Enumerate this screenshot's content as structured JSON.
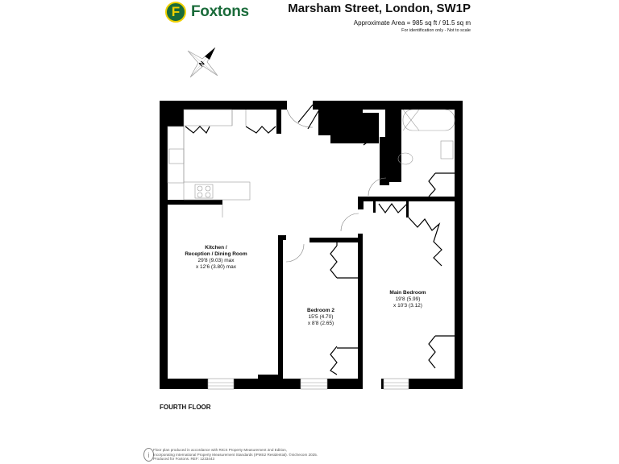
{
  "brand": {
    "logo_letter": "F",
    "name": "Foxtons",
    "color_green": "#1a6b3a",
    "color_yellow": "#f0d000"
  },
  "header": {
    "title": "Marsham Street, London, SW1P",
    "area": "Approximate Area = 985 sq ft / 91.5 sq m",
    "disclaimer": "For identification only - Not to scale"
  },
  "compass": {
    "label": "N",
    "icon": "compass-north-icon"
  },
  "rooms": [
    {
      "name_line1": "Kitchen /",
      "name_line2": "Reception / Dining Room",
      "dim1": "29'8 (9.03) max",
      "dim2": "x 12'6 (3.80) max"
    },
    {
      "name_line1": "Bedroom 2",
      "dim1": "15'5 (4.70)",
      "dim2": "x 8'8 (2.65)"
    },
    {
      "name_line1": "Main Bedroom",
      "dim1": "19'8 (5.99)",
      "dim2": "x 10'3 (3.12)"
    }
  ],
  "floor_label": "FOURTH FLOOR",
  "footer": {
    "icon": "info-icon",
    "line1": "Floor plan produced in accordance with RICS Property Measurement 2nd Edition,",
    "line2": "Incorporating International Property Measurement Standards (IPMS2 Residential).  ©nichecom 2025.",
    "line3": "Produced for Foxtons.   REF: 1233443"
  }
}
